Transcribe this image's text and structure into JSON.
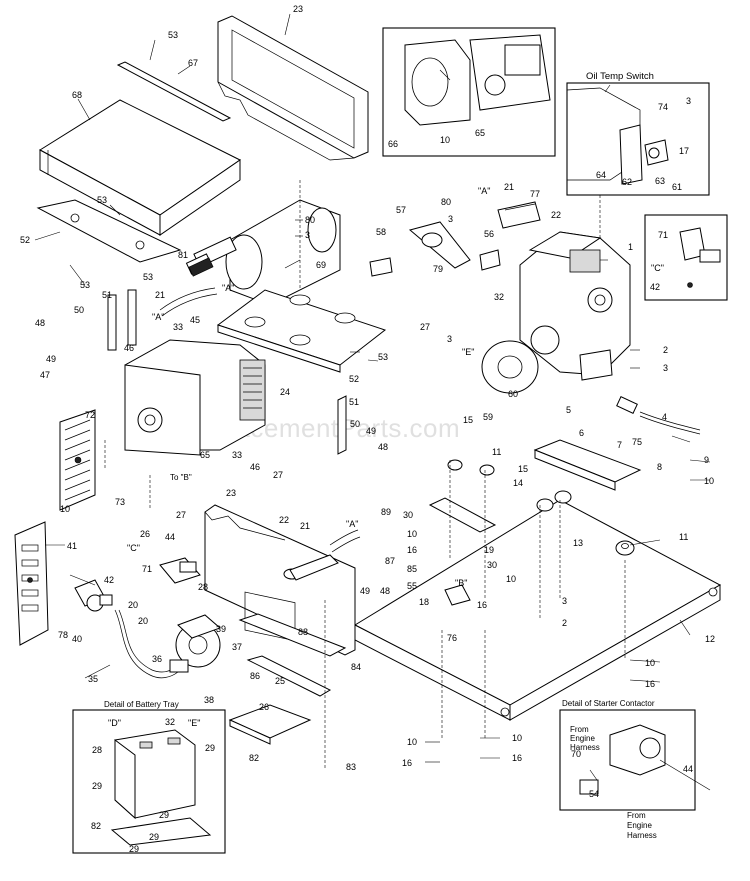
{
  "watermark": "eReplacementParts.com",
  "captions": {
    "oil_temp_switch": "Oil Temp Switch",
    "battery_tray": "Detail of Battery Tray",
    "starter_contactor": "Detail of Starter Contactor",
    "from_engine_harness_1": [
      "From",
      "Engine",
      "Harness"
    ],
    "from_engine_harness_2": [
      "From",
      "Engine",
      "Harness"
    ]
  },
  "connector_labels": {
    "a1": "\"A\"",
    "a2": "\"A\"",
    "a3": "\"A\"",
    "a4": "\"A\"",
    "b1": "\"B\"",
    "c1": "\"C\"",
    "c2": "\"C\"",
    "d1": "\"D\"",
    "e1": "\"E\"",
    "e2": "\"E\"",
    "to_b": "To \"B\""
  },
  "callouts": {
    "c23a": "23",
    "c53a": "53",
    "c67": "67",
    "c68": "68",
    "c53b": "53",
    "c52a": "52",
    "c53c": "53",
    "c80a": "80",
    "c3a": "3",
    "c81": "81",
    "c69": "69",
    "c53d": "53",
    "c21a": "21",
    "c45": "45",
    "c51a": "51",
    "c50a": "50",
    "c48a": "48",
    "c49a": "49",
    "c33a": "33",
    "c46": "46",
    "c47": "47",
    "c52b": "52",
    "c53e": "53",
    "c24": "24",
    "c72": "72",
    "c10a": "10",
    "c73": "73",
    "c27a": "27",
    "c65a": "65",
    "c33b": "33",
    "c46b": "46",
    "c27b": "27",
    "c51b": "51",
    "c50b": "50",
    "c49b": "49",
    "c48b": "48",
    "c66": "66",
    "c10b": "10",
    "c65b": "65",
    "c64": "64",
    "c74": "74",
    "c3b": "3",
    "c17": "17",
    "c62": "62",
    "c63": "63",
    "c61": "61",
    "c57": "57",
    "c80b": "80",
    "c3c": "3",
    "c58": "58",
    "c79": "79",
    "c56": "56",
    "c21b": "21",
    "c77": "77",
    "c22a": "22",
    "c1": "1",
    "c71a": "71",
    "c42a": "42",
    "c27c": "27",
    "c3d": "3",
    "c32a": "32",
    "c60": "60",
    "c59": "59",
    "c2a": "2",
    "c3e": "3",
    "c5": "5",
    "c4": "4",
    "c6": "6",
    "c7": "7",
    "c75": "75",
    "c8": "8",
    "c9": "9",
    "c10c": "10",
    "c15a": "15",
    "c11a": "11",
    "c15b": "15",
    "c14": "14",
    "c30a": "30",
    "c10d": "10",
    "c16a": "16",
    "c19": "19",
    "c30b": "30",
    "c10e": "10",
    "c16b": "16",
    "c85": "85",
    "c55": "55",
    "c18": "18",
    "c76": "76",
    "c13": "13",
    "c11b": "11",
    "c3f": "3",
    "c2b": "2",
    "c12": "12",
    "c10f": "10",
    "c16c": "16",
    "c41": "41",
    "c26a": "26",
    "c44a": "44",
    "c71b": "71",
    "c28a": "28",
    "c42b": "42",
    "c20a": "20",
    "c20b": "20",
    "c78": "78",
    "c40": "40",
    "c35": "35",
    "c36": "36",
    "c39": "39",
    "c37": "37",
    "c86": "86",
    "c38": "38",
    "c25": "25",
    "c88": "88",
    "c23b": "23",
    "c22b": "22",
    "c21c": "21",
    "c89": "89",
    "c87": "87",
    "c49c": "49",
    "c48c": "48",
    "c84": "84",
    "c26b": "26",
    "c82a": "82",
    "c83": "83",
    "c10g": "10",
    "c16d": "16",
    "c10h": "10",
    "c16e": "16",
    "c32b": "32",
    "c28b": "28",
    "c29a": "29",
    "c29b": "29",
    "c82b": "82",
    "c29c": "29",
    "c29d": "29",
    "c29e": "29",
    "c70": "70",
    "c54": "54",
    "c44b": "44"
  }
}
